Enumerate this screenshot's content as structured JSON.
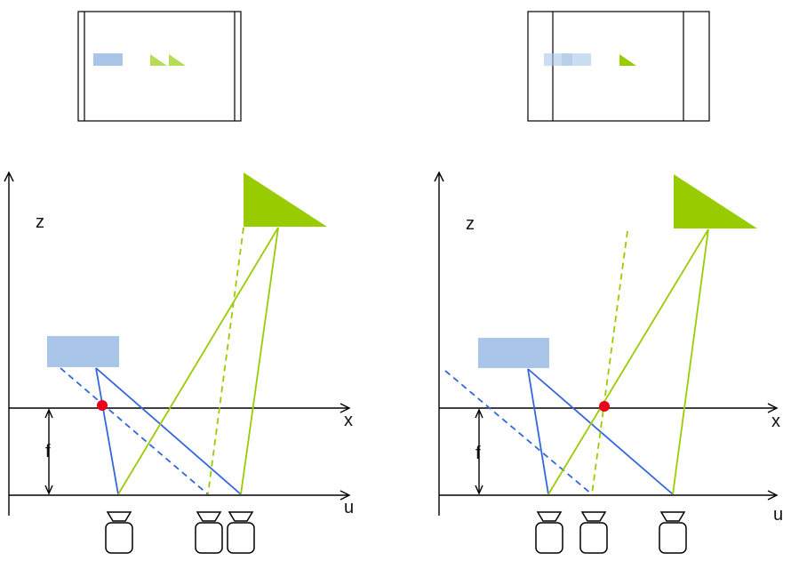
{
  "colors": {
    "blue_line": "#3366dd",
    "blue_fill": "#a9c6e8",
    "green": "#99cc00",
    "red_dot": "#e8001c",
    "axis": "#000000"
  },
  "left_panel": {
    "z_label": "z",
    "x_label": "x",
    "u_label": "u",
    "f_label": "f"
  },
  "right_panel": {
    "z_label": "z",
    "x_label": "x",
    "u_label": "u",
    "f_label": "f"
  },
  "icons": [
    "camera-icon",
    "arrowhead-icon",
    "triangle-object",
    "rectangle-object"
  ]
}
